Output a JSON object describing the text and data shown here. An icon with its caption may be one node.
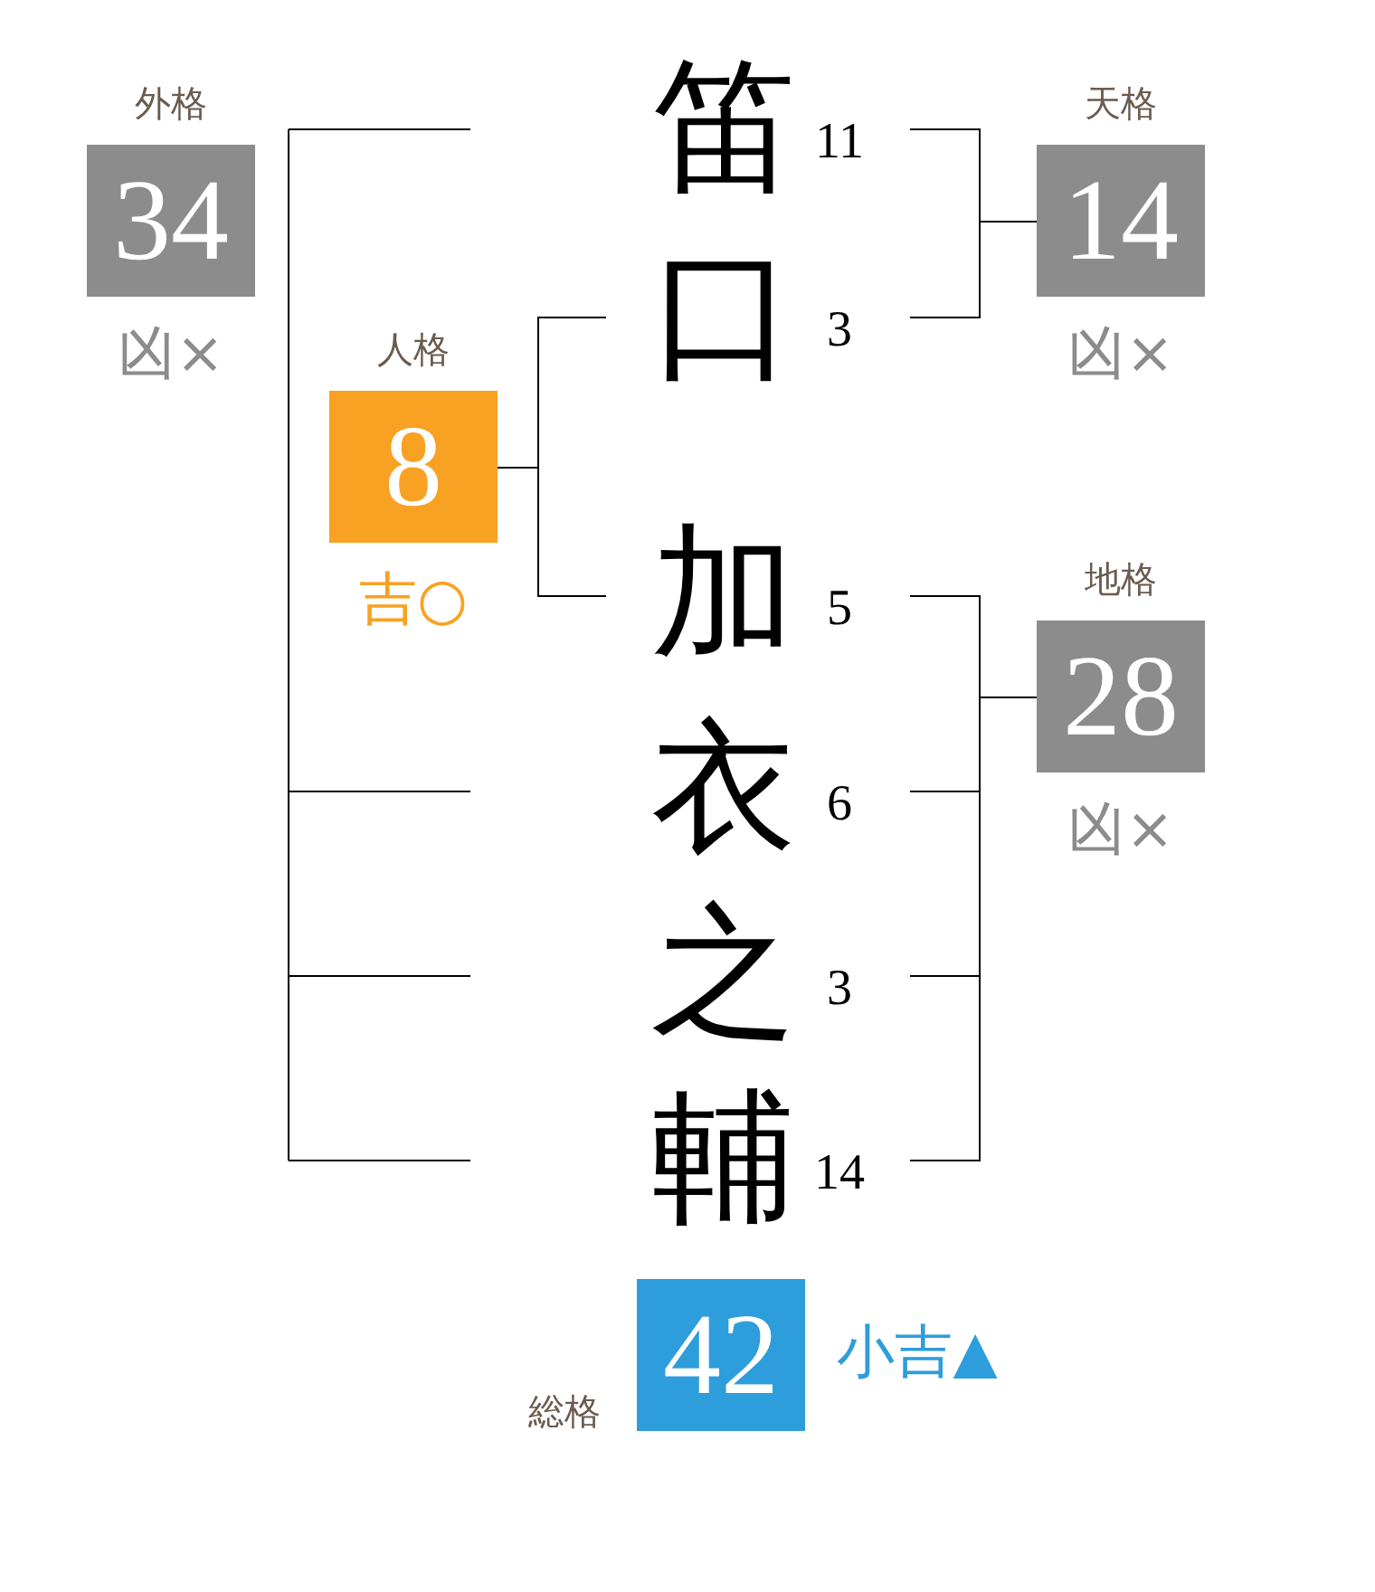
{
  "diagram": {
    "nodes": [
      {
        "text": [
          "外格",
          "34"
        ],
        "beside": [
          "凶×"
        ]
      },
      {
        "text": [
          "笛"
        ],
        "beside": [
          "11"
        ]
      },
      {
        "text": [
          "天格",
          "14"
        ],
        "beside": [
          "凶×"
        ]
      },
      {
        "text": [
          "人格",
          "8"
        ],
        "beside": [
          "吉○"
        ]
      },
      {
        "text": [
          "口"
        ],
        "beside": [
          "3"
        ]
      },
      {
        "text": [
          "加"
        ],
        "beside": [
          "5"
        ]
      },
      {
        "text": [
          "地格",
          "28"
        ],
        "beside": [
          "凶×"
        ]
      },
      {
        "text": [
          "衣"
        ],
        "beside": [
          "6"
        ]
      },
      {
        "text": [
          "之"
        ],
        "beside": [
          "3"
        ]
      },
      {
        "text": [
          "輔"
        ],
        "beside": [
          "14"
        ]
      },
      {
        "text": [
          "総格",
          "42"
        ],
        "beside": [
          "小吉▲"
        ]
      }
    ],
    "edges": [
      {
        "from": 1,
        "to": 2,
        "arrow": "none"
      },
      {
        "from": 4,
        "to": 2,
        "arrow": "none"
      },
      {
        "from": 3,
        "to": 4,
        "arrow": "none"
      },
      {
        "from": 3,
        "to": 5,
        "arrow": "none"
      },
      {
        "from": 5,
        "to": 6,
        "arrow": "none"
      },
      {
        "from": 7,
        "to": 6,
        "arrow": "none"
      },
      {
        "from": 8,
        "to": 6,
        "arrow": "none"
      },
      {
        "from": 9,
        "to": 6,
        "arrow": "none"
      }
    ]
  }
}
